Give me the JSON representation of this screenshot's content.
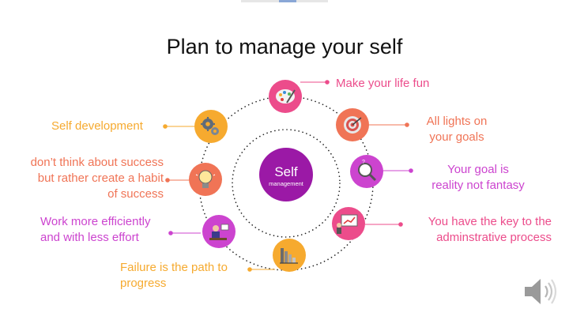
{
  "title": "Plan to manage your self",
  "center": {
    "line1": "Self",
    "line2": "management",
    "color": "#9b19a6"
  },
  "nodes": [
    {
      "id": "fun",
      "icon": "paint-palette-icon",
      "color": "#ec4c8b",
      "label": "Make your life fun"
    },
    {
      "id": "goals",
      "icon": "target-icon",
      "color": "#f07456",
      "label_lines": [
        "All lights on",
        "your goals"
      ]
    },
    {
      "id": "reality",
      "icon": "magnifier-icon",
      "color": "#cc44cf",
      "label_lines": [
        "Your goal is",
        "reality not fantasy"
      ]
    },
    {
      "id": "key",
      "icon": "growth-chart-icon",
      "color": "#ec4c8b",
      "label_lines": [
        "You have the key to the",
        "adminstrative process"
      ]
    },
    {
      "id": "failure",
      "icon": "bar-chart-icon",
      "color": "#f6aa2f",
      "label_lines": [
        "Failure is the path to",
        "progress"
      ]
    },
    {
      "id": "efficient",
      "icon": "person-desk-icon",
      "color": "#cc44cf",
      "label_lines": [
        "Work more efficiently",
        "and with less effort"
      ]
    },
    {
      "id": "habit",
      "icon": "lightbulb-icon",
      "color": "#f07456",
      "label_lines": [
        "don’t think about success",
        "but rather create a habit",
        "of success"
      ]
    },
    {
      "id": "development",
      "icon": "gears-icon",
      "color": "#f6aa2f",
      "label": "Self development"
    }
  ],
  "speaker_icon": "speaker-icon"
}
